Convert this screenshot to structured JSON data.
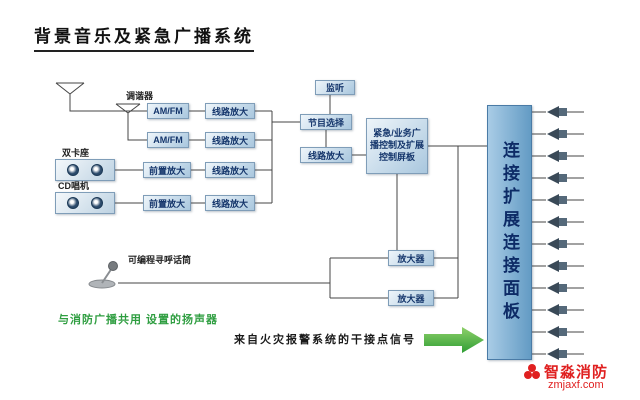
{
  "title": "背景音乐及紧急广播系统",
  "labels": {
    "tuner": "调谐器",
    "dual_cassette": "双卡座",
    "cd_player": "CD唱机",
    "amfm": "AM/FM",
    "preamp": "前置放大",
    "line_amp": "线路放大",
    "monitor": "监听",
    "program_select": "节目选择",
    "emergency_control": "紧急/业务广播控制及扩展控制屏板",
    "power_amp": "放大器",
    "panel": "连接扩展连接面板",
    "paging_mic": "可编程寻呼话筒",
    "fire_shared_note": "与消防广播共用 设置的扬声器",
    "fire_signal": "来自火灾报警系统的干接点信号"
  },
  "speakers": {
    "count": 12
  },
  "watermark": {
    "brand": "智淼消防",
    "url": "zmjaxf.com"
  },
  "colors": {
    "block_border": "#7f9db8",
    "panel_text": "#0d2b66",
    "wire": "#444444",
    "green_note": "#2f9e41",
    "arrow_green": "#35a93c",
    "watermark_red": "#e02020"
  }
}
